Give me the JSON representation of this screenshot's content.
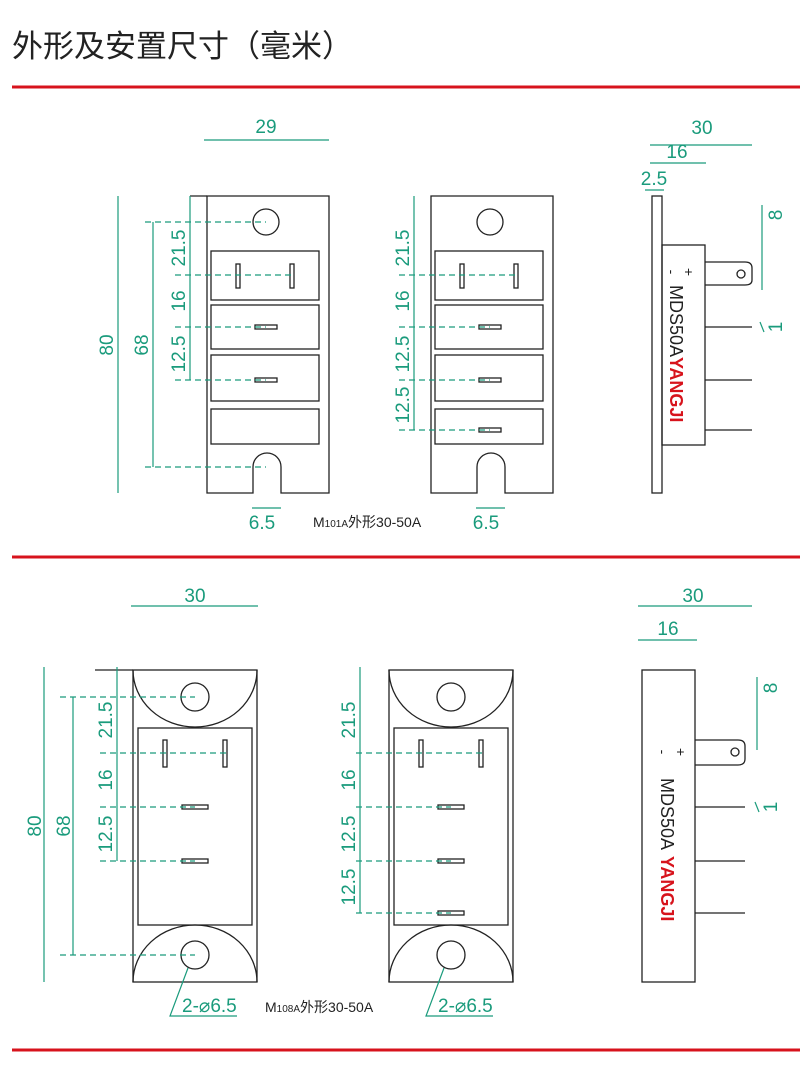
{
  "title": "外形及安置尺寸（毫米）",
  "colors": {
    "accent_red": "#d7131c",
    "dimension_green": "#1a9b7c",
    "outline": "#222222"
  },
  "section1": {
    "caption_prefix": "M",
    "caption_model": "101A",
    "caption_suffix": "外形30-50A",
    "dims": {
      "width": "29",
      "total_height": "80",
      "hole_pitch": "68",
      "d1": "21.5",
      "d2": "16",
      "d3": "12.5",
      "d4": "12.5",
      "slot": "6.5"
    },
    "side": {
      "width": "30",
      "body": "16",
      "plate": "2.5",
      "tab": "8",
      "pin": "1",
      "plus": "+",
      "minus": "-",
      "model": "MDS50A",
      "brand": "YANGJI"
    }
  },
  "section2": {
    "caption_prefix": "M",
    "caption_model": "108A",
    "caption_suffix": "外形30-50A",
    "dims": {
      "width": "30",
      "total_height": "80",
      "hole_pitch": "68",
      "d1": "21.5",
      "d2": "16",
      "d3": "12.5",
      "d4": "12.5",
      "hole": "2-⌀6.5"
    },
    "side": {
      "width": "30",
      "body": "16",
      "tab": "8",
      "pin": "1",
      "plus": "+",
      "minus": "-",
      "model": "MDS50A",
      "brand": "YANGJI"
    }
  }
}
